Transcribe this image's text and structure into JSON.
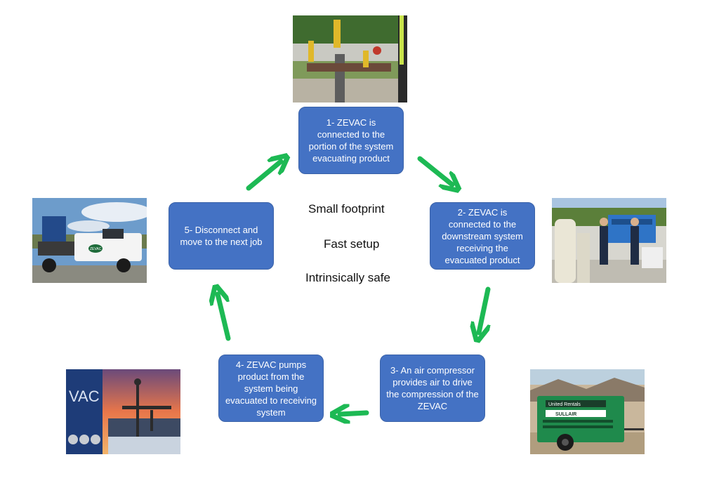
{
  "steps": [
    {
      "label": "1- ZEVAC is connected to the portion of the system evacuating product"
    },
    {
      "label": "2- ZEVAC is connected to the downstream system receiving the evacuated product"
    },
    {
      "label": "3- An air compressor provides air to drive the compression of the ZEVAC"
    },
    {
      "label": "4- ZEVAC pumps product from the system being evacuated to receiving system"
    },
    {
      "label": "5- Disconnect and move to the next job"
    }
  ],
  "features": [
    "Small footprint",
    "Fast setup",
    "Intrinsically safe"
  ],
  "photos": {
    "truck_logo": "ZEVAC",
    "compressor_brand": "United Rentals",
    "compressor_model": "SULLAIR",
    "unit_letters": "VAC"
  },
  "colors": {
    "step_fill": "#4472c4",
    "arrow": "#1db954"
  }
}
